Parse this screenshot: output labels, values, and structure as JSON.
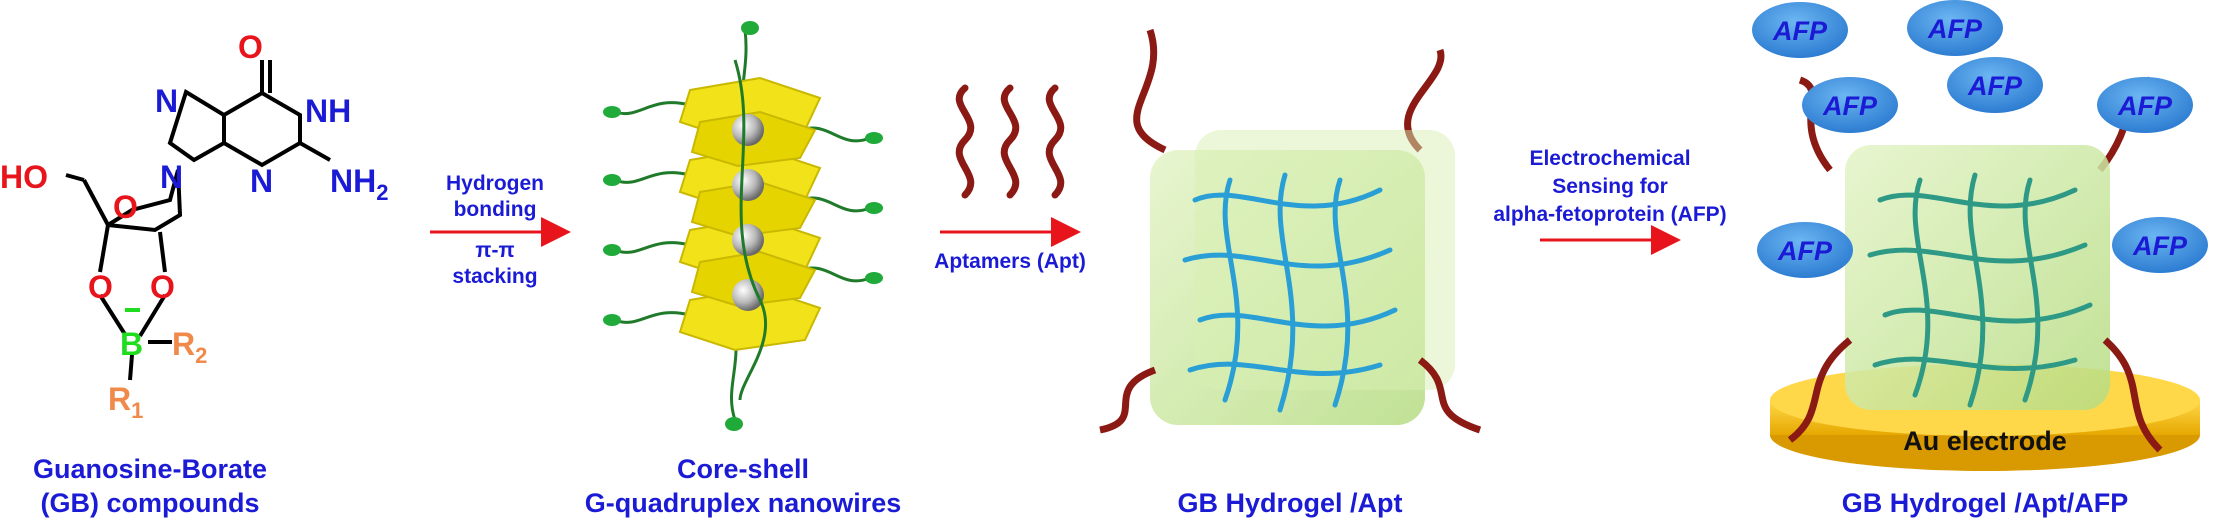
{
  "molecule": {
    "ho": "HO",
    "o_carbonyl": "O",
    "n7": "N",
    "nh": "NH",
    "n3": "N",
    "n9": "N",
    "nh2_n": "NH",
    "nh2_sub": "2",
    "o_ring": "O",
    "o_left": "O",
    "o_right": "O",
    "boron": "B",
    "r2": "R",
    "r2_sub": "2",
    "r1": "R",
    "r1_sub": "1"
  },
  "captions": {
    "gb_line1": "Guanosine-Borate",
    "gb_line2": "(GB) compounds",
    "cs_line1": "Core-shell",
    "cs_line2": "G-quadruplex nanowires",
    "hydrogel": "GB Hydrogel /Apt",
    "hydrogel_afp": "GB Hydrogel /Apt/AFP"
  },
  "arrows": {
    "a1_line1": "Hydrogen",
    "a1_line2": "bonding",
    "a1_line3": "π-π",
    "a1_line4": "stacking",
    "a2_label": "Aptamers (Apt)",
    "a3_line1": "Electrochemical",
    "a3_line2": "Sensing for",
    "a3_line3": "alpha-fetoprotein (AFP)"
  },
  "electrode": "Au electrode",
  "afp_labels": [
    "AFP",
    "AFP",
    "AFP",
    "AFP",
    "AFP",
    "AFP",
    "AFP"
  ],
  "colors": {
    "label_blue": "#1b1bd6",
    "arrow_red": "#e8141b",
    "aptamer_red": "#8b1a14",
    "gel_green": "#c8e69a",
    "fiber_blue": "#2a9fd6",
    "afp_blue": "#3b8fe0",
    "electrode_gold": "#f5c020",
    "gquad_yellow": "#f2e21a"
  }
}
